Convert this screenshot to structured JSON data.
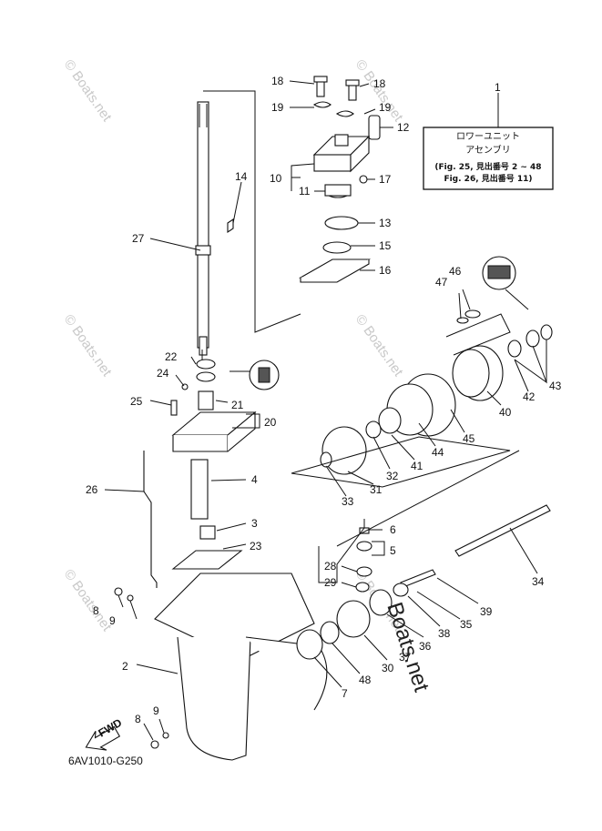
{
  "figure_code": "6AV1010-G250",
  "fwd_label": "FWD",
  "watermarks": [
    "© Boats.net",
    "© Boats.net",
    "© Boats.net",
    "© Boats.net",
    "© Boats.net",
    "© Boats.net"
  ],
  "overlay_watermark": "Boats.net",
  "assembly_box": {
    "callout": "1",
    "line1": "ロワーユニット",
    "line2": "アセンブリ",
    "line3": "(Fig. 25, 見出番号 2 ~ 48",
    "line4": "Fig. 26, 見出番号 11)"
  },
  "callouts": {
    "c18a": "18",
    "c18b": "18",
    "c19a": "19",
    "c19b": "19",
    "c12": "12",
    "c10": "10",
    "c17": "17",
    "c11": "11",
    "c13": "13",
    "c15": "15",
    "c16": "16",
    "c14": "14",
    "c27": "27",
    "c22": "22",
    "c24": "24",
    "c21": "21",
    "c25": "25",
    "c20": "20",
    "c26": "26",
    "c4": "4",
    "c3": "3",
    "c23": "23",
    "c8a": "8",
    "c9a": "9",
    "c2": "2",
    "c9b": "9",
    "c8b": "8",
    "c47": "47",
    "c46": "46",
    "c43": "43",
    "c42": "42",
    "c40": "40",
    "c45": "45",
    "c44": "44",
    "c41": "41",
    "c32": "32",
    "c31": "31",
    "c33": "33",
    "c6": "6",
    "c5": "5",
    "c34": "34",
    "c28": "28",
    "c29": "29",
    "c39": "39",
    "c35": "35",
    "c38": "38",
    "c36": "36",
    "c37": "37",
    "c30": "30",
    "c48": "48",
    "c7": "7"
  }
}
